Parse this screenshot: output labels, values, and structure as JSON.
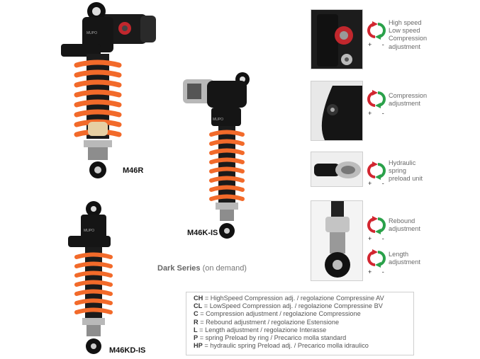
{
  "models": {
    "m46r": "M46R",
    "m46k_is": "M46K-IS",
    "m46kd_is": "M46KD-IS"
  },
  "dark_series": {
    "bold": "Dark Series",
    "note": " (on demand)"
  },
  "adjustments": [
    {
      "lines": [
        "High speed",
        "Low speed",
        "Compression",
        "adjustment"
      ]
    },
    {
      "lines": [
        "Compression",
        "adjustment"
      ]
    },
    {
      "lines": [
        "Hydraulic",
        "spring",
        "preload unit"
      ]
    },
    {
      "lines": [
        "Rebound",
        "adjustment"
      ]
    },
    {
      "lines": [
        "Length",
        "adjustment"
      ]
    }
  ],
  "plus_minus": "+ -",
  "legend": [
    {
      "code": "CH",
      "text": " = HighSpeed Compression adj. / regolazione Compressine AV"
    },
    {
      "code": "CL",
      "text": " = LowSpeed Compression adj. / regolazione Compressine BV"
    },
    {
      "code": "C",
      "text": " = Compression adjustment / regolazione Compressione"
    },
    {
      "code": "R",
      "text": " = Rebound adjustment / regolazione Estensione"
    },
    {
      "code": "L",
      "text": " = Length adjustment / regolazione Interasse"
    },
    {
      "code": "P",
      "text": " = spring Preload by ring / Precarico molla standard"
    },
    {
      "code": "HP",
      "text": " = hydraulic spring Preload adj. /  Precarico molla idraulico"
    }
  ],
  "colors": {
    "spring": "#f26a2a",
    "body": "#151515",
    "arrow_red": "#d22630",
    "arrow_green": "#2aa14a"
  }
}
